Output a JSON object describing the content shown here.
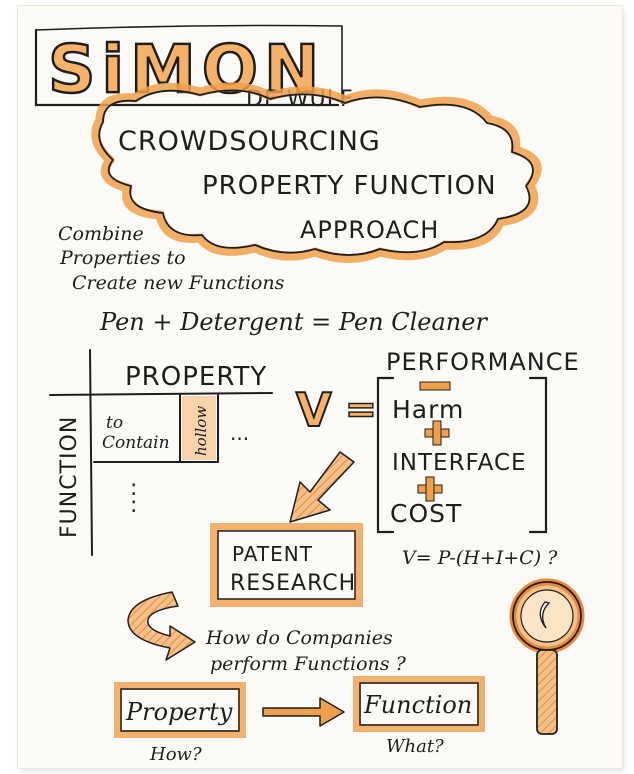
{
  "title": {
    "first_name": "SiMON",
    "last_name": "DE WULF"
  },
  "cloud": {
    "line1": "CROWDSOURCING",
    "line2": "PROPERTY FUNCTION",
    "line3": "APPROACH"
  },
  "intro": {
    "line1": "Combine",
    "line2": "Properties to",
    "line3": "Create new Functions"
  },
  "equation": "Pen + Detergent = Pen Cleaner",
  "matrix": {
    "property_label": "PROPERTY",
    "function_label": "FUNCTION",
    "cell_contain_1": "to",
    "cell_contain_2": "Contain",
    "cell_hollow": "hollow",
    "row_ellipsis": "...",
    "col_ellipsis": ": "
  },
  "value": {
    "v_symbol": "V",
    "equals": "=",
    "performance": "PERFORMANCE",
    "minus": "−",
    "harm": "Harm",
    "plus1": "+",
    "interface": "INTERFACE",
    "plus2": "+",
    "cost": "COST",
    "formula": "V= P-(H+I+C) ?"
  },
  "patent": {
    "line1": "PATENT",
    "line2": "RESEARCH"
  },
  "question": {
    "line1": "How do Companies",
    "line2": "perform Functions ?"
  },
  "flow": {
    "property": "Property",
    "property_sub": "How?",
    "function": "Function",
    "function_sub": "What?"
  },
  "colors": {
    "accent": "#f0a04b",
    "ink": "#1e1e1e",
    "paper": "#fbfaf6"
  }
}
